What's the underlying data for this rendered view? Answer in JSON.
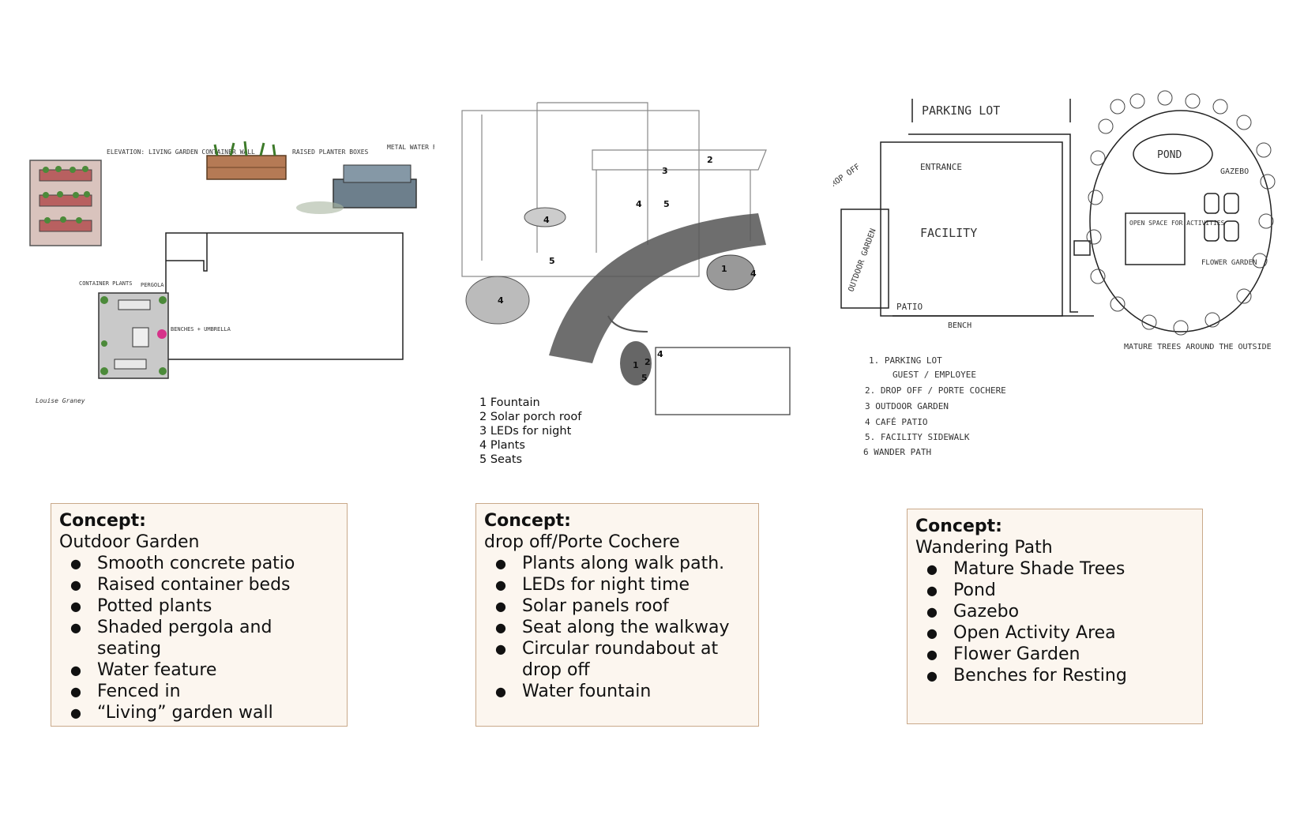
{
  "sketch1": {
    "labels": {
      "a": "ELEVATION: LIVING GARDEN CONTAINER WALL",
      "b": "RAISED PLANTER BOXES",
      "c": "METAL WATER FEATURE",
      "container_plants": "CONTAINER PLANTS",
      "pergola": "PERGOLA",
      "benches": "BENCHES + UMBRELLA",
      "signature": "Louise Graney"
    }
  },
  "sketch2": {
    "legend": [
      "1 Fountain",
      "2 Solar porch roof",
      "3 LEDs for night",
      "4 Plants",
      "5 Seats"
    ]
  },
  "sketch3": {
    "labels": {
      "parking": "PARKING LOT",
      "entrance": "ENTRANCE",
      "dropoff": "DROP OFF",
      "facility": "FACILITY",
      "outdoor": "OUTDOOR GARDEN",
      "patio": "PATIO",
      "bench": "BENCH",
      "pond": "POND",
      "gazebo": "GAZEBO",
      "open_space": "OPEN SPACE FOR ACTIVITIES",
      "flower": "FLOWER GARDEN",
      "trees": "MATURE TREES AROUND THE OUTSIDE"
    },
    "legend": [
      "1. PARKING LOT",
      "GUEST / EMPLOYEE",
      "2. DROP OFF / PORTE COCHERE",
      "3 OUTDOOR GARDEN",
      "4 CAFÉ PATIO",
      "5. FACILITY SIDEWALK",
      "6 WANDER PATH"
    ]
  },
  "concepts": [
    {
      "heading": "Concept:",
      "title": "Outdoor Garden",
      "items": [
        "Smooth concrete patio",
        "Raised container beds",
        "Potted plants",
        "Shaded pergola and seating",
        "Water feature",
        "Fenced in",
        "“Living” garden wall"
      ]
    },
    {
      "heading": "Concept:",
      "title": "drop off/Porte Cochere",
      "items": [
        "Plants along walk path.",
        "LEDs for night time",
        "Solar panels roof",
        "Seat along the walkway",
        "Circular roundabout at drop off",
        "Water fountain"
      ]
    },
    {
      "heading": "Concept:",
      "title": "Wandering Path",
      "items": [
        "Mature Shade Trees",
        "Pond",
        "Gazebo",
        "Open Activity Area",
        "Flower Garden",
        "Benches for Resting"
      ]
    }
  ]
}
